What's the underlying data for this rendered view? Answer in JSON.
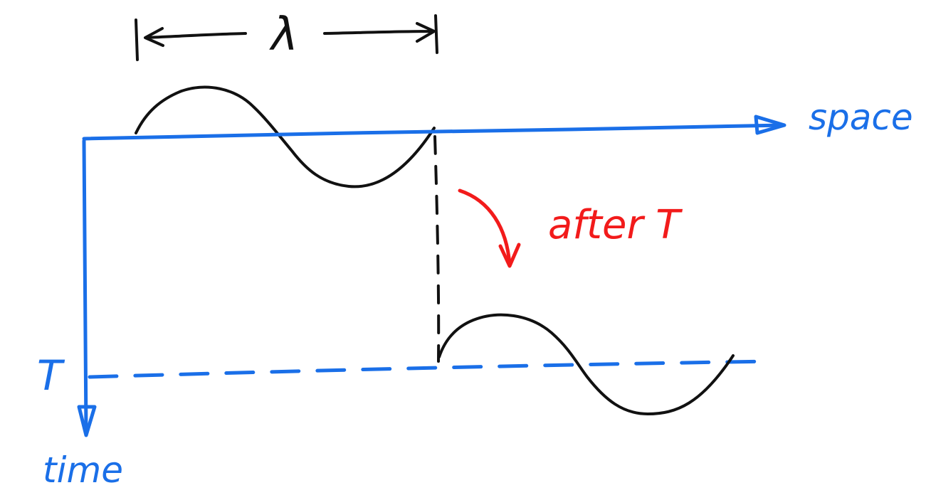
{
  "labels": {
    "wavelength": "λ",
    "space_axis": "space",
    "time_axis": "time",
    "period_tick": "T",
    "transition": "after T"
  },
  "colors": {
    "axes": "#1a6fe8",
    "wave": "#111111",
    "annotation": "#f21b1b"
  }
}
